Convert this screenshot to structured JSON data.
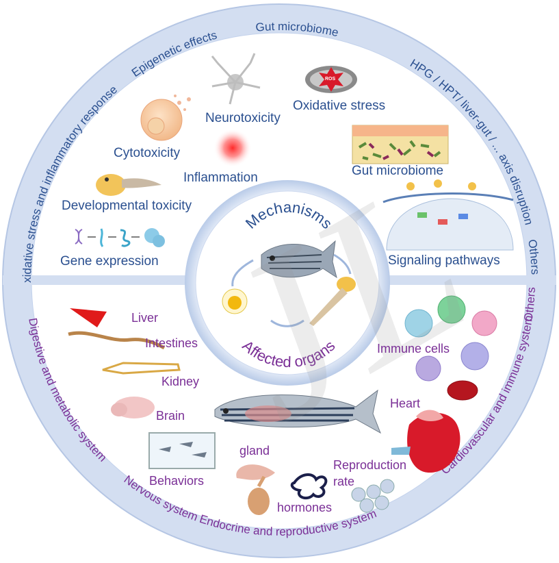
{
  "center": {
    "top_label": "Mechanisms",
    "bottom_label": "Affected organs"
  },
  "outer_ring_top": [
    "Oxidative stress and inflammatory response",
    "Epigenetic effects",
    "Gut microbiome",
    "HPG / HPT/ liver-gut / ... axis disruption",
    "Others"
  ],
  "outer_ring_bottom": [
    "Digestive and metabolic system",
    "Nervous system",
    "Endocrine and reproductive system",
    "Cardiovascular and immune system",
    "Others"
  ],
  "mechanisms": {
    "neurotoxicity": "Neurotoxicity",
    "oxidative_stress": "Oxidative stress",
    "ros": "ROS",
    "cytotoxicity": "Cytotoxicity",
    "inflammation": "Inflammation",
    "gut_microbiome": "Gut microbiome",
    "developmental_toxicity": "Developmental toxicity",
    "gene_expression": "Gene expression",
    "signaling_pathways": "Signaling pathways"
  },
  "organs": {
    "liver": "Liver",
    "intestines": "Intestines",
    "kidney": "Kidney",
    "brain": "Brain",
    "behaviors": "Behaviors",
    "gland": "gland",
    "hormones": "hormones",
    "reproduction": "Reproduction",
    "rate": "rate",
    "immune_cells": "Immune cells",
    "heart": "Heart"
  },
  "colors": {
    "ring_blue": "#c9d6ee",
    "ring_edge": "#a9bddf",
    "mechanism_text": "#2a4f8f",
    "organ_text": "#7a2f96"
  }
}
